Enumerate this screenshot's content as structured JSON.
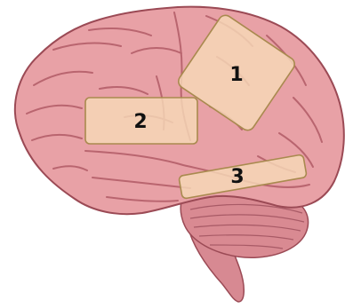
{
  "diagram": {
    "regions": [
      {
        "id": "region-1",
        "label": "1"
      },
      {
        "id": "region-2",
        "label": "2"
      },
      {
        "id": "region-3",
        "label": "3"
      }
    ]
  },
  "colors": {
    "brain_fill": "#e8a1a6",
    "brain_outline": "#9b4a55",
    "sulcus": "#b9656f",
    "cerebellum": "#d98a92",
    "brainstem": "#d78992",
    "overlay_fill": "#f7d9b7",
    "overlay_stroke": "#a98a4f"
  }
}
